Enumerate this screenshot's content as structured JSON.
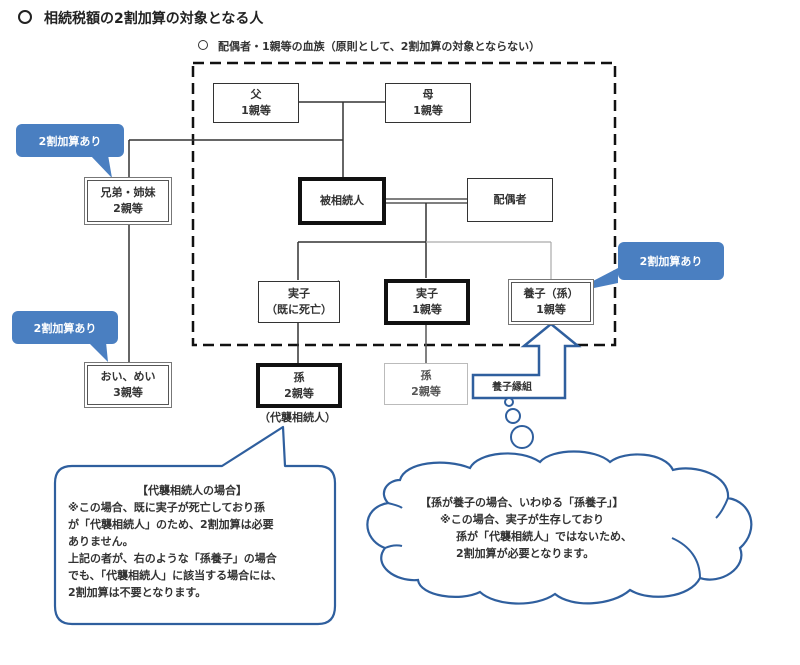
{
  "header": {
    "title": "相続税額の2割加算の対象となる人",
    "subtitle": "配偶者・1親等の血族（原則として、2割加算の対象とならない）"
  },
  "persons": {
    "father": {
      "name": "父",
      "degree": "1親等"
    },
    "mother": {
      "name": "母",
      "degree": "1親等"
    },
    "decedent": {
      "name": "被相続人"
    },
    "spouse": {
      "name": "配偶者"
    },
    "siblings": {
      "name": "兄弟・姉妹",
      "degree": "2親等"
    },
    "nephew_niece": {
      "name": "おい、めい",
      "degree": "3親等"
    },
    "child_deceased": {
      "name": "実子",
      "status": "（既に死亡）"
    },
    "child": {
      "name": "実子",
      "degree": "1親等"
    },
    "adopted_grandchild": {
      "name": "養子（孫）",
      "degree": "1親等"
    },
    "grandchild_representative": {
      "name": "孫",
      "degree": "2親等",
      "note": "（代襲相続人）"
    },
    "grandchild": {
      "name": "孫",
      "degree": "2親等"
    }
  },
  "callouts": {
    "siblings": "2割加算あり",
    "nephew_niece": "2割加算あり",
    "adopted_grandchild": "2割加算あり"
  },
  "adoption_arrow": {
    "label": "養子縁組"
  },
  "speech_bubble": {
    "heading": "【代襲相続人の場合】",
    "lines": [
      "※この場合、既に実子が死亡しており孫",
      "が「代襲相続人」のため、2割加算は必要",
      "ありません。",
      "上記の者が、右のような「孫養子」の場合",
      "でも、「代襲相続人」に該当する場合には、",
      "2割加算は不要となります。"
    ]
  },
  "thought_bubble": {
    "heading": "【孫が養子の場合、いわゆる「孫養子」】",
    "lines": [
      "※この場合、実子が生存しており",
      "孫が「代襲相続人」ではないため、",
      "2割加算が必要となります。"
    ]
  },
  "colors": {
    "callout_fill": "#4a7fc1",
    "bubble_stroke": "#2f5f9e",
    "line": "#333333"
  }
}
